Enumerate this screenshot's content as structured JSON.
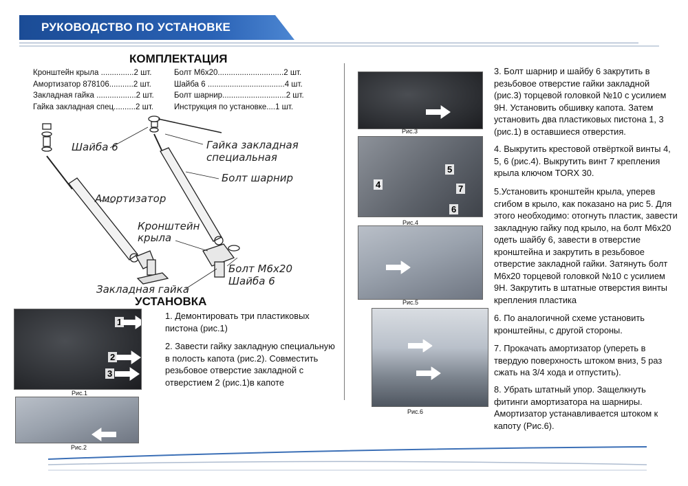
{
  "header": {
    "title": "РУКОВОДСТВО ПО УСТАНОВКЕ"
  },
  "kit": {
    "title": "КОМПЛЕКТАЦИЯ",
    "left": [
      "Кронштейн крыла ...............2 шт.",
      "Амортизатор 878106...........2 шт.",
      "Закладная гайка ..................2 шт.",
      "Гайка закладная спец..........2 шт."
    ],
    "right": [
      "Болт М6х20..............................2 шт.",
      "Шайба 6 ...................................4 шт.",
      "Болт шарнир.............................2 шт.",
      "Инструкция по установке....1 шт."
    ]
  },
  "diagram": {
    "labels": {
      "washer": "Шайба 6",
      "special_nut_1": "Гайка закладная",
      "special_nut_2": "специальная",
      "hinge_bolt": "Болт шарнир",
      "strut": "Амортизатор",
      "bracket_1": "Кронштейн",
      "bracket_2": "крыла",
      "bolt": "Болт М6х20",
      "washer2": "Шайба 6",
      "insert_nut": "Закладная гайка"
    }
  },
  "install": {
    "title": "УСТАНОВКА"
  },
  "figures": {
    "fig1": {
      "caption": "Рис.1",
      "marks": [
        "1",
        "2",
        "3"
      ]
    },
    "fig2": {
      "caption": "Рис.2"
    },
    "fig3": {
      "caption": "Рис.3"
    },
    "fig4": {
      "caption": "Рис.4",
      "marks": [
        "4",
        "5",
        "7",
        "6"
      ]
    },
    "fig5": {
      "caption": "Рис.5"
    },
    "fig6": {
      "caption": "Рис.6"
    }
  },
  "steps": {
    "s1": "1. Демонтировать три пластиковых пистона (рис.1)",
    "s2": "2. Завести гайку закладную специальную в полость капота (рис.2). Совместить резьбовое отверстие закладной с отверстием 2  (рис.1)в капоте",
    "s3": "3. Болт шарнир и шайбу 6  закрутить в резьбовое отверстие гайки закладной (рис.3) торцевой головкой №10 с усилием 9Н. Установить обшивку капота. Затем установить два пластиковых пистона 1, 3 (рис.1) в оставшиеся отверстия.",
    "s4": "4. Выкрутить крестовой отвёрткой винты 4, 5, 6 (рис.4).  Выкрутить винт 7 крепления крыла ключом TORX 30.",
    "s5": "5.Установить кронштейн крыла, уперев сгибом в крыло, как показано на рис 5. Для этого необходимо: отогнуть пластик, завести закладную гайку под крыло, на болт М6х20 одеть шайбу 6, завести в отверстие кронштейна и закрутить в резьбовое отверстие закладной гайки. Затянуть болт М6х20 торцевой головкой №10 с усилием 9Н. Закрутить в штатные отверстия винты крепления пластика",
    "s6": "6. По аналогичной схеме установить кронштейны, с другой стороны.",
    "s7": "7. Прокачать амортизатор (упереть в твердую поверхность штоком вниз, 5 раз сжать на 3/4 хода и отпустить).",
    "s8": "8. Убрать штатный упор. Защелкнуть фитинги амортизатора на шарниры. Амортизатор устанавливается штоком к капоту (Рис.6)."
  }
}
